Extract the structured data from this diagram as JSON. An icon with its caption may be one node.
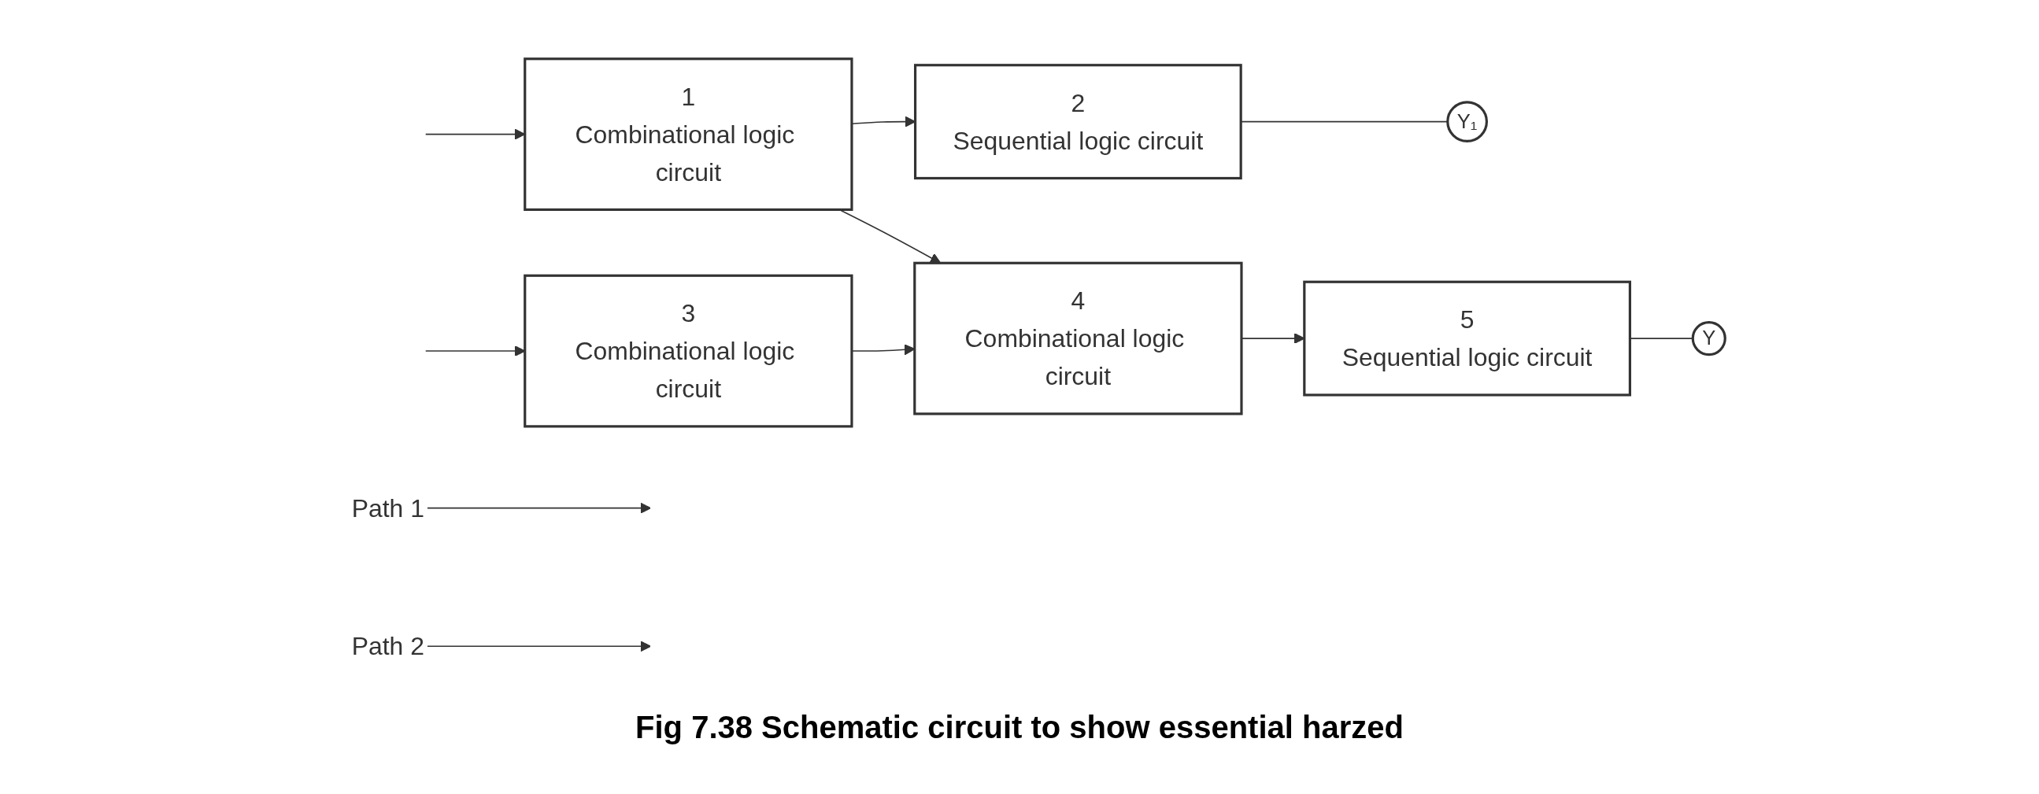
{
  "diagram": {
    "caption": "Fig 7.38 Schematic circuit to show essential harzed",
    "nodes": [
      {
        "text": [
          "Path 1"
        ]
      },
      {
        "text": [
          "Path 2"
        ]
      },
      {
        "text": [
          "1",
          "Combinational logic circuit"
        ]
      },
      {
        "text": [
          "2",
          "Sequential logic circuit"
        ]
      },
      {
        "text": [
          "3",
          "Combinational logic circuit"
        ]
      },
      {
        "text": [
          "4",
          "Combinational logic circuit"
        ]
      },
      {
        "text": [
          "5",
          "Sequential logic circuit"
        ]
      },
      {
        "text": [
          "Y₁"
        ]
      },
      {
        "text": [
          "Y"
        ]
      }
    ],
    "edges": [
      {
        "from": null,
        "to": 2,
        "arrow": "to"
      },
      {
        "from": null,
        "to": 4,
        "arrow": "to"
      },
      {
        "from": 0,
        "to": null,
        "arrow": "to"
      },
      {
        "from": 1,
        "to": null,
        "arrow": "to"
      },
      {
        "from": 2,
        "to": 3,
        "arrow": "to"
      },
      {
        "from": 2,
        "to": 5,
        "arrow": "to"
      },
      {
        "from": 4,
        "to": 5,
        "arrow": "to"
      },
      {
        "from": 5,
        "to": 6,
        "arrow": "to"
      },
      {
        "from": 3,
        "to": 7,
        "arrow": "none"
      },
      {
        "from": 6,
        "to": 8,
        "arrow": "none"
      }
    ]
  }
}
